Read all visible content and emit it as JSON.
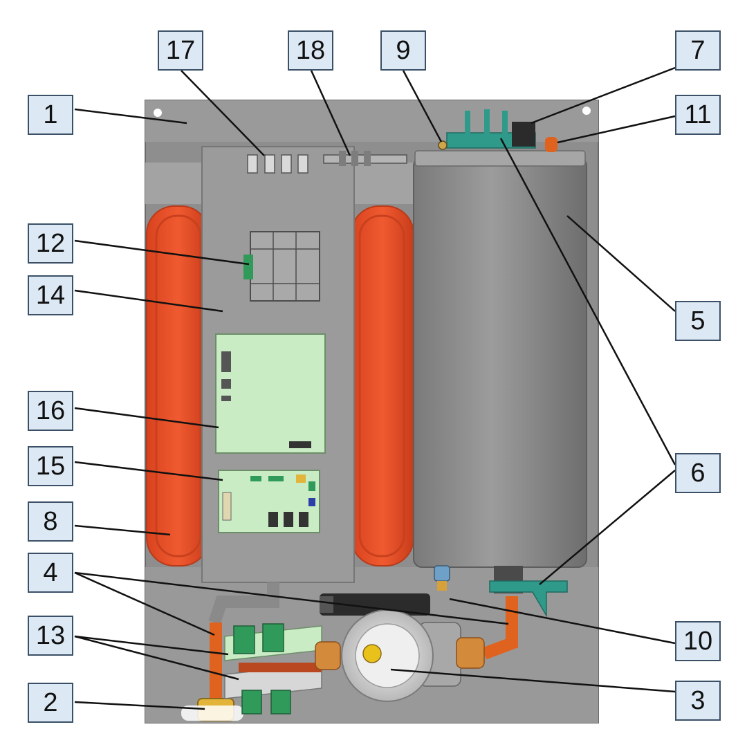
{
  "callouts": [
    {
      "id": "1",
      "label": "1"
    },
    {
      "id": "2",
      "label": "2"
    },
    {
      "id": "3",
      "label": "3"
    },
    {
      "id": "4",
      "label": "4"
    },
    {
      "id": "5",
      "label": "5"
    },
    {
      "id": "6",
      "label": "6"
    },
    {
      "id": "7",
      "label": "7"
    },
    {
      "id": "8",
      "label": "8"
    },
    {
      "id": "9",
      "label": "9"
    },
    {
      "id": "10",
      "label": "10"
    },
    {
      "id": "11",
      "label": "11"
    },
    {
      "id": "12",
      "label": "12"
    },
    {
      "id": "13",
      "label": "13"
    },
    {
      "id": "14",
      "label": "14"
    },
    {
      "id": "15",
      "label": "15"
    },
    {
      "id": "16",
      "label": "16"
    },
    {
      "id": "17",
      "label": "17"
    },
    {
      "id": "18",
      "label": "18"
    }
  ],
  "colors": {
    "label_fill": "#dce9f5",
    "label_border": "#3b5066",
    "frame": "#8e8e8e",
    "panel": "#9b9b9b",
    "tank": "#e8502a",
    "heater": "#8a8a8a",
    "board": "#c9ecc4",
    "pipe": "#e0621f",
    "terminal": "#2f9a5a",
    "fitting": "#e2b43a"
  }
}
